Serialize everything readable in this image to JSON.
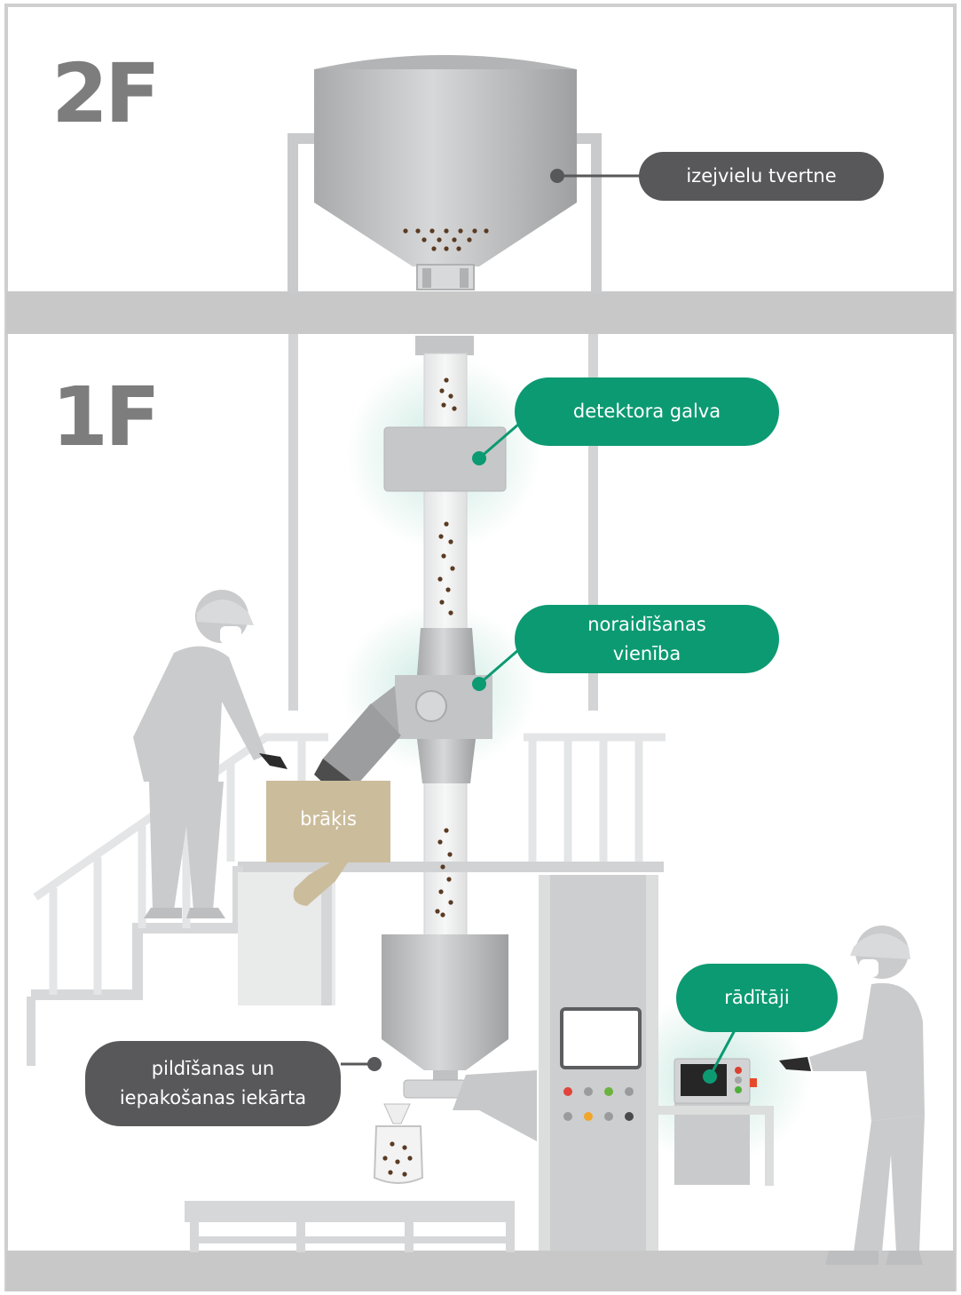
{
  "floors": {
    "upper": "2F",
    "lower": "1F"
  },
  "labels": {
    "raw_material_tank": "izejvielu tvertne",
    "detector_head": "detektora galva",
    "rejection_unit": "noraidīšanas\nvienība",
    "reject_box": "brāķis",
    "filling_machine": "pildīšanas un\niepakošanas iekārta",
    "indicators": "rādītāji"
  },
  "colors": {
    "callout_dark": "#58585a",
    "callout_green": "#0c9a72",
    "floor_slab": "#c8c8c8",
    "equipment": "#b8b9ba",
    "reject_box": "#cbbd9c",
    "particle": "#5a3a22"
  },
  "icons": {
    "tank": "hopper-tank-icon",
    "detector": "detector-head-icon",
    "rejector": "rejection-valve-icon",
    "workers": "worker-figure-icon",
    "panel": "control-panel-icon"
  }
}
